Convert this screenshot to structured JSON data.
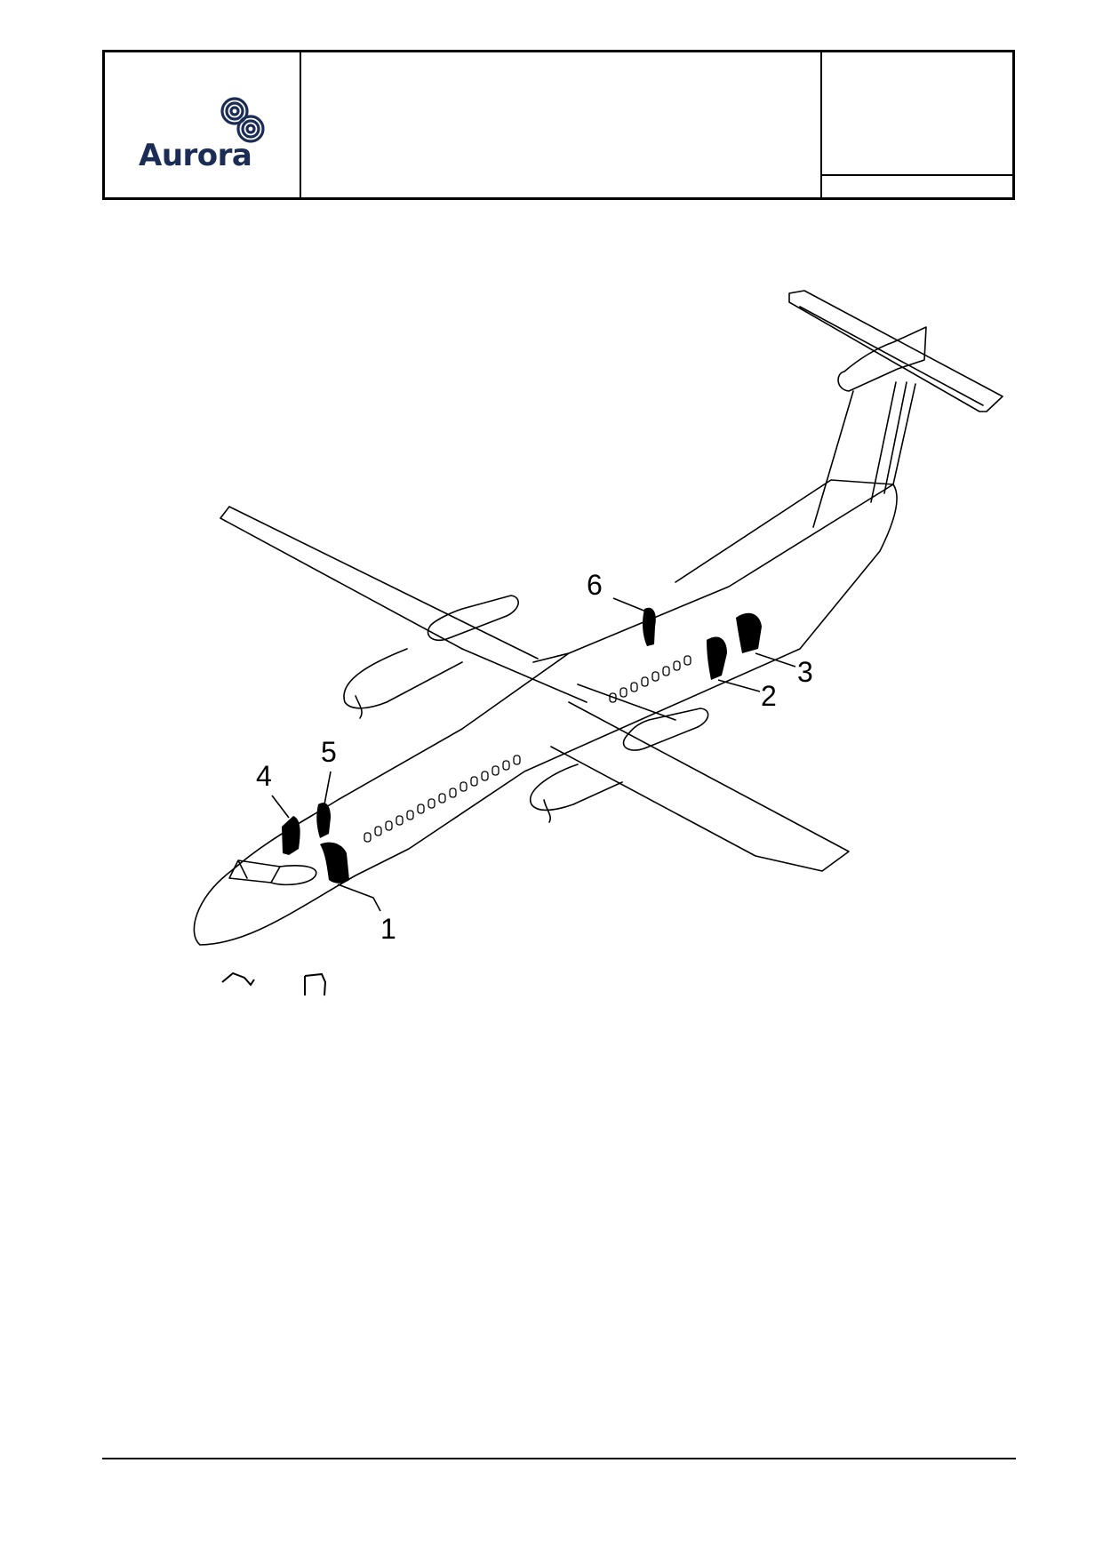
{
  "header": {
    "logo_text": "Aurora",
    "title": "",
    "reference": "",
    "revision": ""
  },
  "figure": {
    "callouts": [
      "1",
      "2",
      "3",
      "4",
      "5",
      "6"
    ]
  },
  "colors": {
    "logo_text": "#1c2d55",
    "logo_mark": "#1c2d55",
    "lines": "#000000",
    "zones": "#000000"
  }
}
